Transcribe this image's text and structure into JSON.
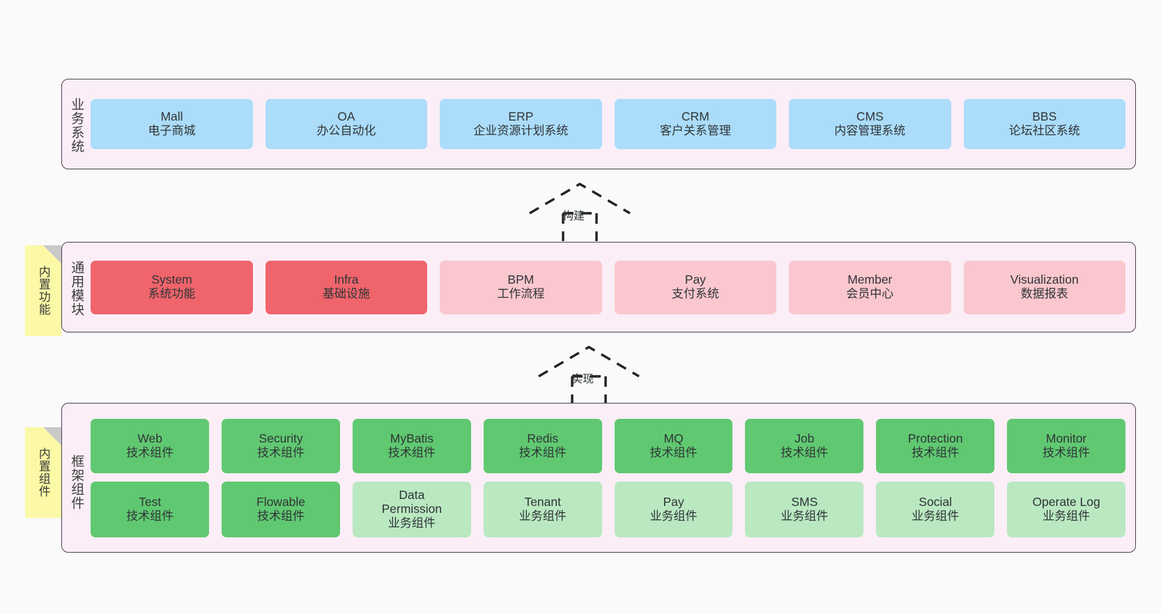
{
  "diagram": {
    "title": "",
    "background": "#fafafa",
    "layers": [
      {
        "id": "business",
        "label": "业务系统",
        "rows": [
          {
            "cards": [
              {
                "name": "Mall",
                "sub": "电子商城",
                "color": "#abddfb",
                "style": "c-blue"
              },
              {
                "name": "OA",
                "sub": "办公自动化",
                "color": "#abddfb",
                "style": "c-blue"
              },
              {
                "name": "ERP",
                "sub": "企业资源计划系统",
                "color": "#abddfb",
                "style": "c-blue"
              },
              {
                "name": "CRM",
                "sub": "客户关系管理",
                "color": "#abddfb",
                "style": "c-blue"
              },
              {
                "name": "CMS",
                "sub": "内容管理系统",
                "color": "#abddfb",
                "style": "c-blue"
              },
              {
                "name": "BBS",
                "sub": "论坛社区系统",
                "color": "#abddfb",
                "style": "c-blue"
              }
            ]
          }
        ]
      },
      {
        "id": "common-module",
        "label": "通用模块",
        "note": "内置功能",
        "rows": [
          {
            "cards": [
              {
                "name": "System",
                "sub": "系统功能",
                "color": "#f0656b",
                "style": "c-red"
              },
              {
                "name": "Infra",
                "sub": "基础设施",
                "color": "#f0656b",
                "style": "c-red"
              },
              {
                "name": "BPM",
                "sub": "工作流程",
                "color": "#fbc7ce",
                "style": "c-pink"
              },
              {
                "name": "Pay",
                "sub": "支付系统",
                "color": "#fbc7ce",
                "style": "c-pink"
              },
              {
                "name": "Member",
                "sub": "会员中心",
                "color": "#fbc7ce",
                "style": "c-pink"
              },
              {
                "name": "Visualization",
                "sub": "数据报表",
                "color": "#fbc7ce",
                "style": "c-pink"
              }
            ]
          }
        ]
      },
      {
        "id": "framework",
        "label": "框架组件",
        "note": "内置组件",
        "rows": [
          {
            "cards": [
              {
                "name": "Web",
                "sub": "技术组件",
                "color": "#60c871",
                "style": "c-green"
              },
              {
                "name": "Security",
                "sub": "技术组件",
                "color": "#60c871",
                "style": "c-green"
              },
              {
                "name": "MyBatis",
                "sub": "技术组件",
                "color": "#60c871",
                "style": "c-green"
              },
              {
                "name": "Redis",
                "sub": "技术组件",
                "color": "#60c871",
                "style": "c-green"
              },
              {
                "name": "MQ",
                "sub": "技术组件",
                "color": "#60c871",
                "style": "c-green"
              },
              {
                "name": "Job",
                "sub": "技术组件",
                "color": "#60c871",
                "style": "c-green"
              },
              {
                "name": "Protection",
                "sub": "技术组件",
                "color": "#60c871",
                "style": "c-green"
              },
              {
                "name": "Monitor",
                "sub": "技术组件",
                "color": "#60c871",
                "style": "c-green"
              }
            ]
          },
          {
            "cards": [
              {
                "name": "Test",
                "sub": "技术组件",
                "color": "#60c871",
                "style": "c-green"
              },
              {
                "name": "Flowable",
                "sub": "技术组件",
                "color": "#60c871",
                "style": "c-green"
              },
              {
                "name": "Data Permission",
                "sub": "业务组件",
                "color": "#b9e8c1",
                "style": "c-green2"
              },
              {
                "name": "Tenant",
                "sub": "业务组件",
                "color": "#b9e8c1",
                "style": "c-green2"
              },
              {
                "name": "Pay",
                "sub": "业务组件",
                "color": "#b9e8c1",
                "style": "c-green2"
              },
              {
                "name": "SMS",
                "sub": "业务组件",
                "color": "#b9e8c1",
                "style": "c-green2"
              },
              {
                "name": "Social",
                "sub": "业务组件",
                "color": "#b9e8c1",
                "style": "c-green2"
              },
              {
                "name": "Operate Log",
                "sub": "业务组件",
                "color": "#b9e8c1",
                "style": "c-green2"
              }
            ]
          }
        ]
      }
    ],
    "connectors": [
      {
        "id": "build",
        "label": "构建",
        "from": "common-module",
        "to": "business",
        "style": "dashed-hollow-arrow"
      },
      {
        "id": "implement",
        "label": "实现",
        "from": "framework",
        "to": "common-module",
        "style": "dashed-hollow-arrow"
      }
    ]
  }
}
